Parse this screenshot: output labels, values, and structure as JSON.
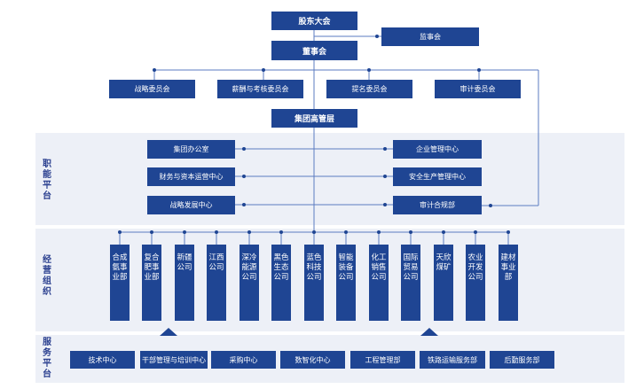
{
  "top": {
    "shareholders": "股东大会",
    "supervisors": "监事会",
    "board": "董事会",
    "executives": "集团高管层"
  },
  "committees": [
    "战略委员会",
    "薪酬与考核委员会",
    "提名委员会",
    "审计委员会"
  ],
  "sections": {
    "functional": "职能平台",
    "operating": "经营组织",
    "service": "服务平台"
  },
  "functional_left": [
    "集团办公室",
    "财务与资本运营中心",
    "战略发展中心"
  ],
  "functional_right": [
    "企业管理中心",
    "安全生产管理中心",
    "审计合规部"
  ],
  "companies": [
    "合成氨事业部",
    "复合肥事业部",
    "新疆公司",
    "江西公司",
    "深冷能源公司",
    "黑色生态公司",
    "蓝色科技公司",
    "智能装备公司",
    "化工销售公司",
    "国际贸易公司",
    "天欣煤矿",
    "农业开发公司",
    "建材事业部"
  ],
  "services": [
    "技术中心",
    "干部管理与培训中心",
    "采购中心",
    "数智化中心",
    "工程管理部",
    "铁路运输服务部",
    "后勤服务部"
  ],
  "colors": {
    "primary": "#1f4593",
    "band": "#edf0f7",
    "line": "#5b7bc0"
  }
}
